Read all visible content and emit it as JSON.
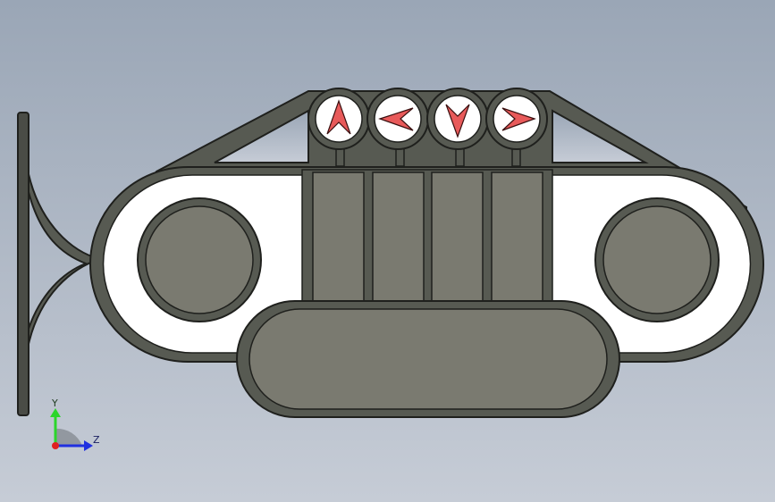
{
  "viewport": {
    "background_top": "#9aa6b6",
    "background_bottom": "#c4cad4"
  },
  "model": {
    "body_color": "#575a52",
    "fill_color": "#ffffff",
    "pocket_color": "#7a7a70",
    "arrow_color": "#e85a5a",
    "arrow_buttons": [
      {
        "icon": "arrow-up-icon",
        "direction": "up"
      },
      {
        "icon": "arrow-left-icon",
        "direction": "left"
      },
      {
        "icon": "arrow-down-icon",
        "direction": "down"
      },
      {
        "icon": "arrow-right-icon",
        "direction": "right"
      }
    ],
    "middle_pockets": 4
  },
  "triad": {
    "y_label": "Y",
    "z_label": "Z",
    "y_color": "#2bd62b",
    "z_color": "#2030e0",
    "x_color": "#e02020"
  }
}
